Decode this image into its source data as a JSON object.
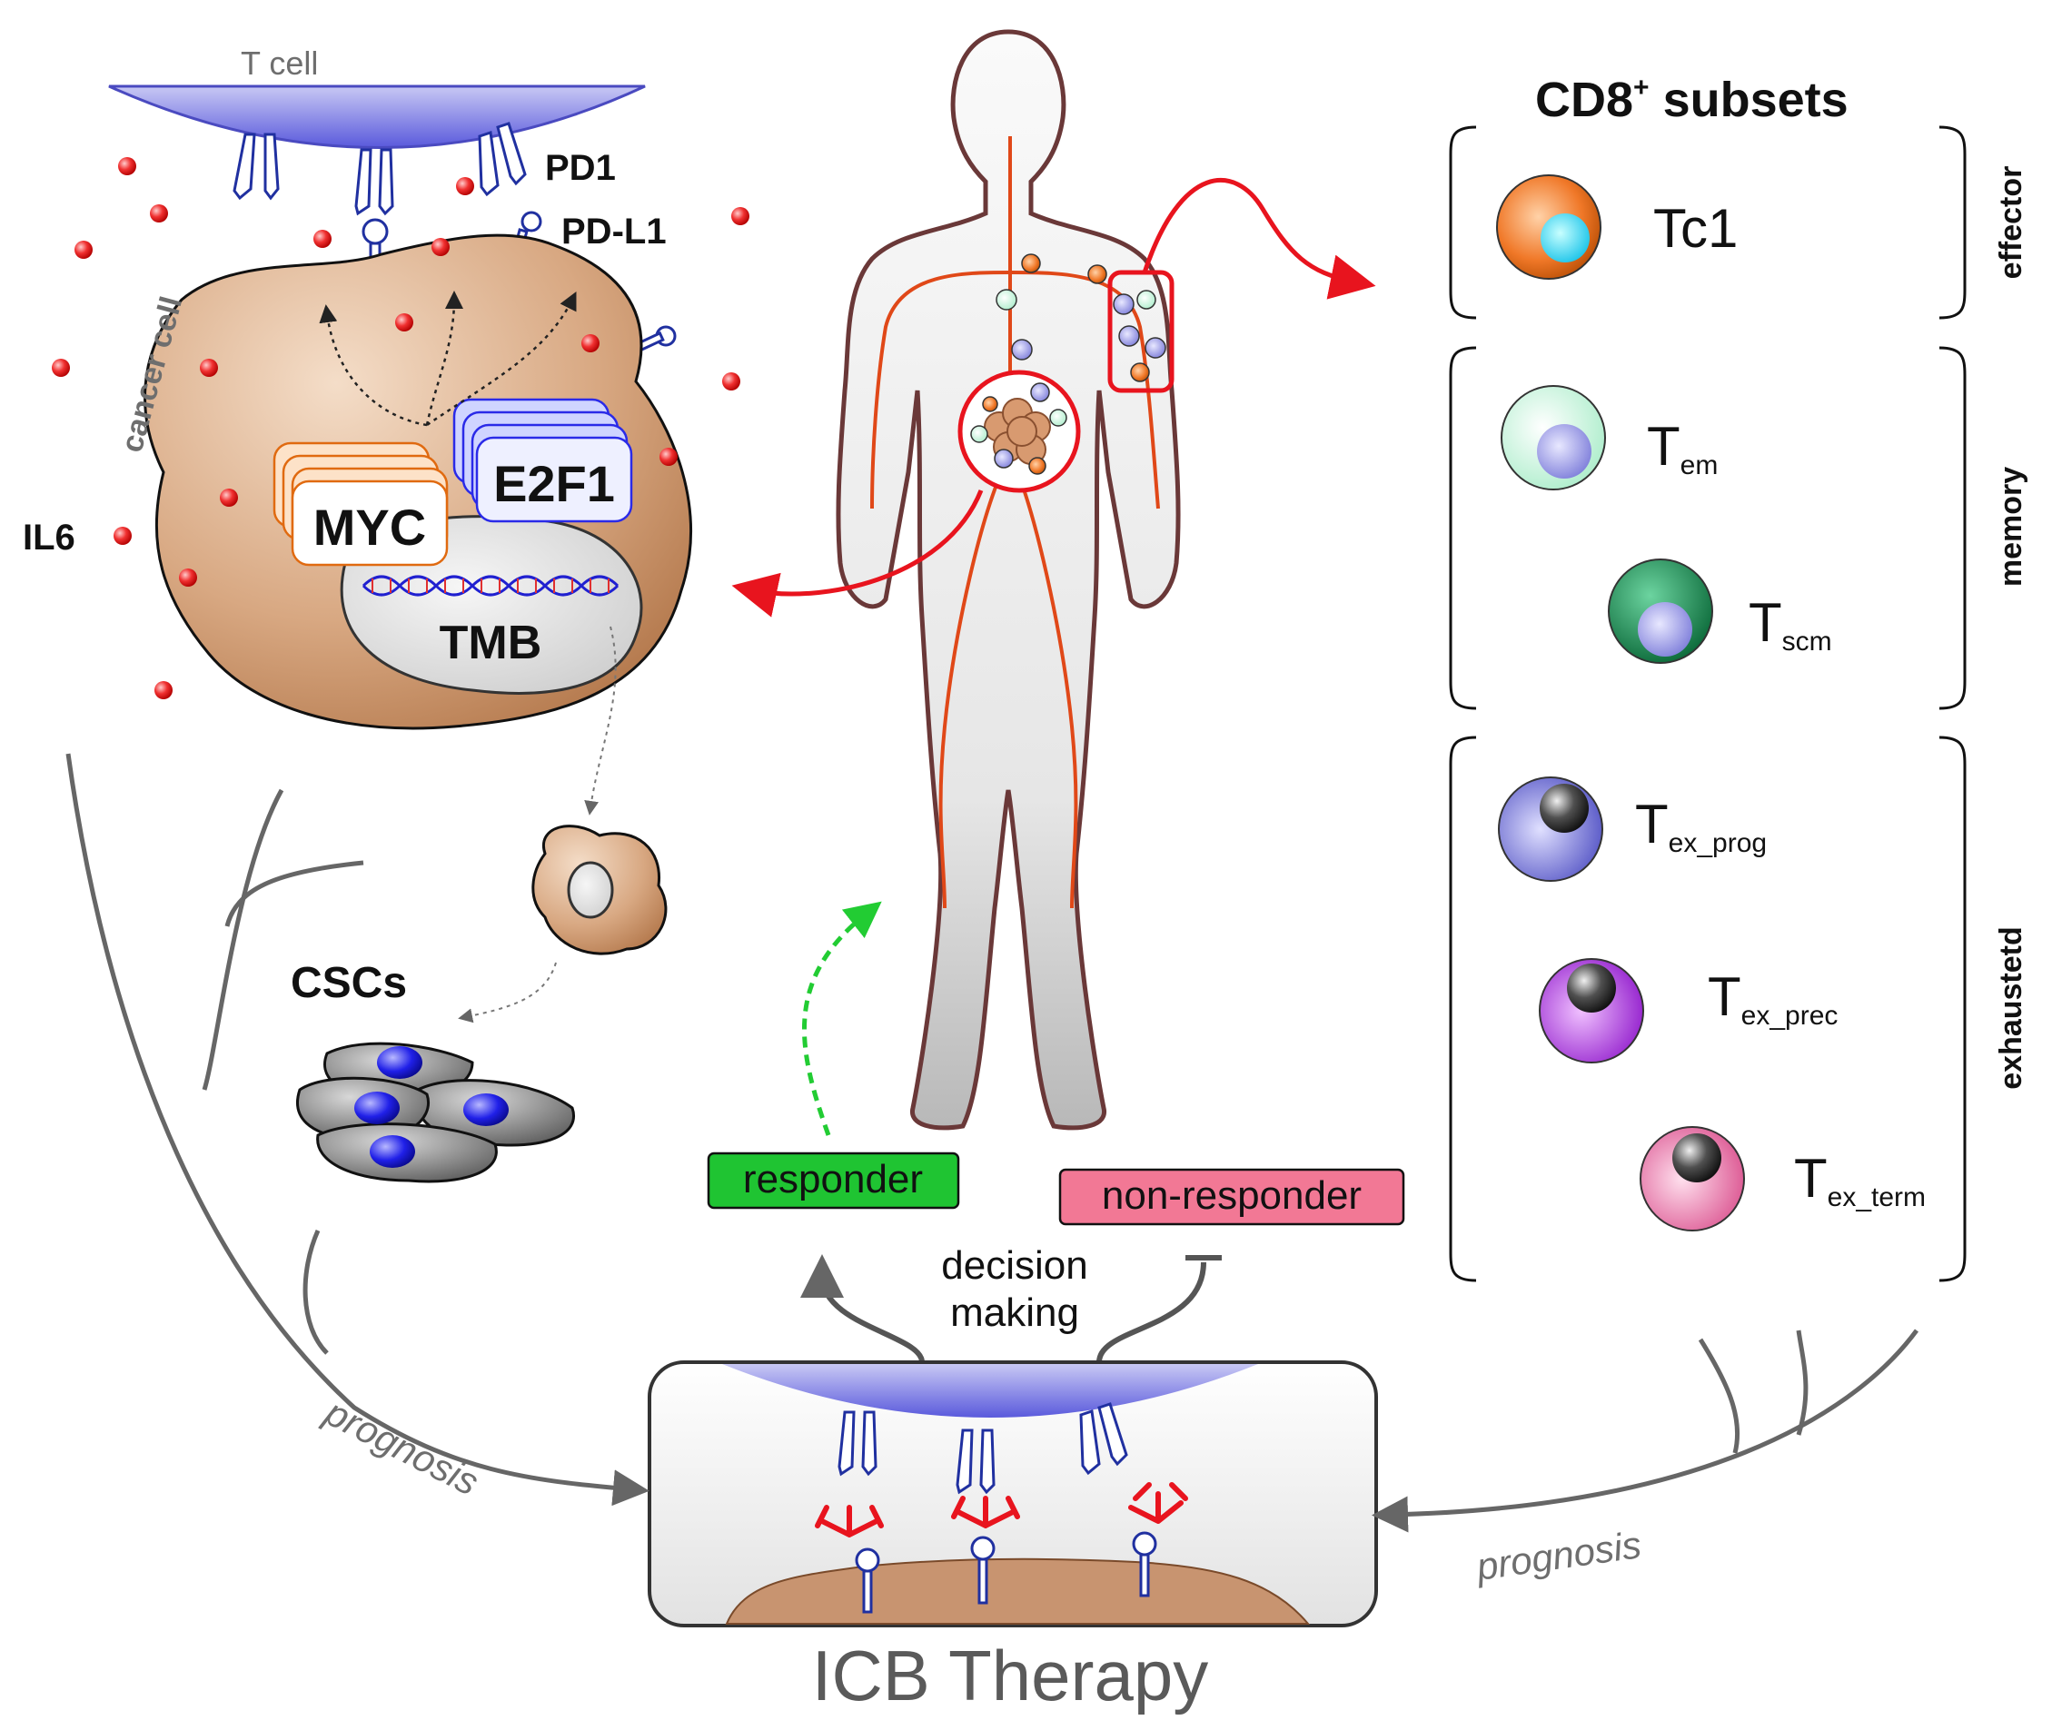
{
  "labels": {
    "t_cell": "T cell",
    "pd1": "PD1",
    "pdl1": "PD-L1",
    "cancer_cell": "cancer cell",
    "il6": "IL6",
    "myc": "MYC",
    "e2f1": "E2F1",
    "tmb": "TMB",
    "cscs": "CSCs",
    "responder": "responder",
    "non_responder": "non-responder",
    "decision_making_1": "decision",
    "decision_making_2": "making",
    "prognosis_left": "prognosis",
    "prognosis_right": "prognosis",
    "icb_therapy": "ICB Therapy"
  },
  "cd8_panel": {
    "title_main": "CD8",
    "title_sup": "+",
    "title_rest": " subsets",
    "groups": [
      {
        "name": "effector"
      },
      {
        "name": "memory"
      },
      {
        "name": "exhaustetd"
      }
    ],
    "subsets": [
      {
        "main": "Tc1",
        "sub": ""
      },
      {
        "main": "T",
        "sub": "em"
      },
      {
        "main": "T",
        "sub": "scm"
      },
      {
        "main": "T",
        "sub": "ex_prog"
      },
      {
        "main": "T",
        "sub": "ex_prec"
      },
      {
        "main": "T",
        "sub": "ex_term"
      }
    ]
  },
  "colors": {
    "tcell_blue": "#5a5adc",
    "cancer_tan": "#c8906a",
    "myc_orange": "#f08c3c",
    "e2f1_blue": "#3a3af0",
    "red_arrow": "#e8141e",
    "responder_green": "#22cc33",
    "nonresponder_pink": "#f07890",
    "tree_grey": "#666666"
  }
}
